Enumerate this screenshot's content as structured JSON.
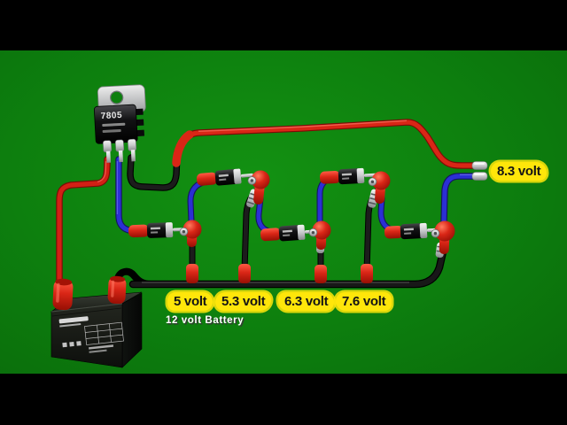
{
  "scene": {
    "description": "wiring illustration of 7805 regulator with series diode chain on green background",
    "background_color": "#0d7f0e",
    "letterbox_color": "#000000"
  },
  "regulator": {
    "part_number": "7805"
  },
  "battery": {
    "caption": "12 volt Battery"
  },
  "voltage_labels": [
    {
      "text": "5 volt"
    },
    {
      "text": "5.3 volt"
    },
    {
      "text": "6.3 volt"
    },
    {
      "text": "7.6 volt"
    },
    {
      "text": "8.3 volt"
    }
  ],
  "colors": {
    "label_bg": "#ffe60a",
    "label_text": "#151515",
    "wire_red": "#d22015",
    "wire_blue": "#2b2fd4",
    "wire_black": "#141414",
    "connector_red": "#d92616",
    "metal_silver": "#d9d9d9",
    "background_green": "#0d7f0e"
  }
}
